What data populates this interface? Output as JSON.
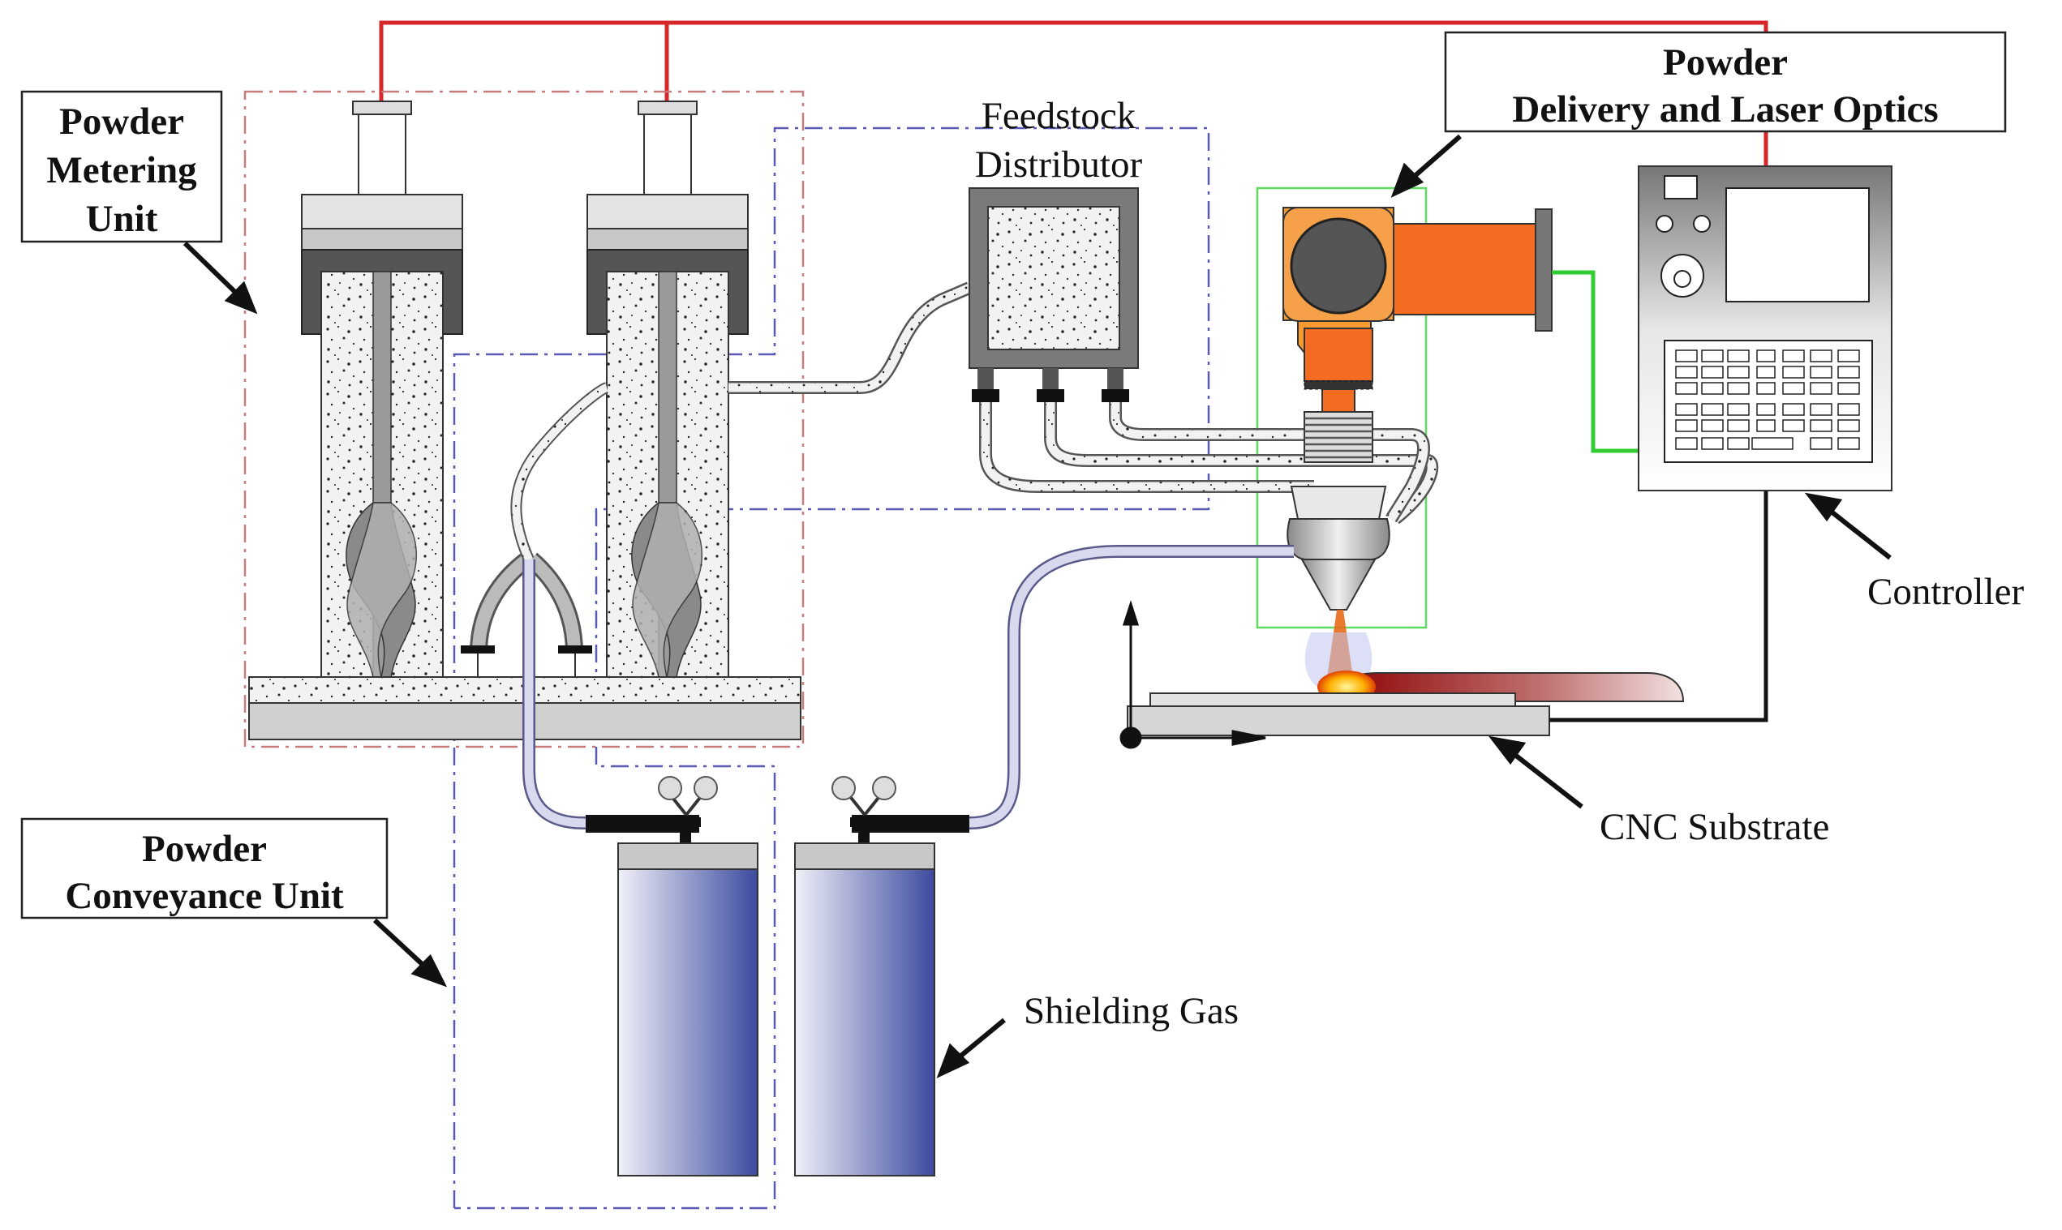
{
  "labels": {
    "metering_line1": "Powder",
    "metering_line2": "Metering",
    "metering_line3": "Unit",
    "conveyance_line1": "Powder",
    "conveyance_line2": "Conveyance Unit",
    "optics_line1": "Powder",
    "optics_line2": "Delivery and Laser Optics",
    "feedstock_line1": "Feedstock",
    "feedstock_line2": "Distributor",
    "controller": "Controller",
    "cnc_substrate": "CNC Substrate",
    "shielding_gas": "Shielding Gas"
  },
  "colors": {
    "control_wire": "#d7262a",
    "laser_cable": "#33cc33",
    "metering_outline": "#c77b7b",
    "conveyance_outline": "#5a5ab4",
    "optics_outline": "#5fd95f",
    "laser_orange": "#f36c21",
    "cylinder_blue": "#4b5aa6"
  }
}
